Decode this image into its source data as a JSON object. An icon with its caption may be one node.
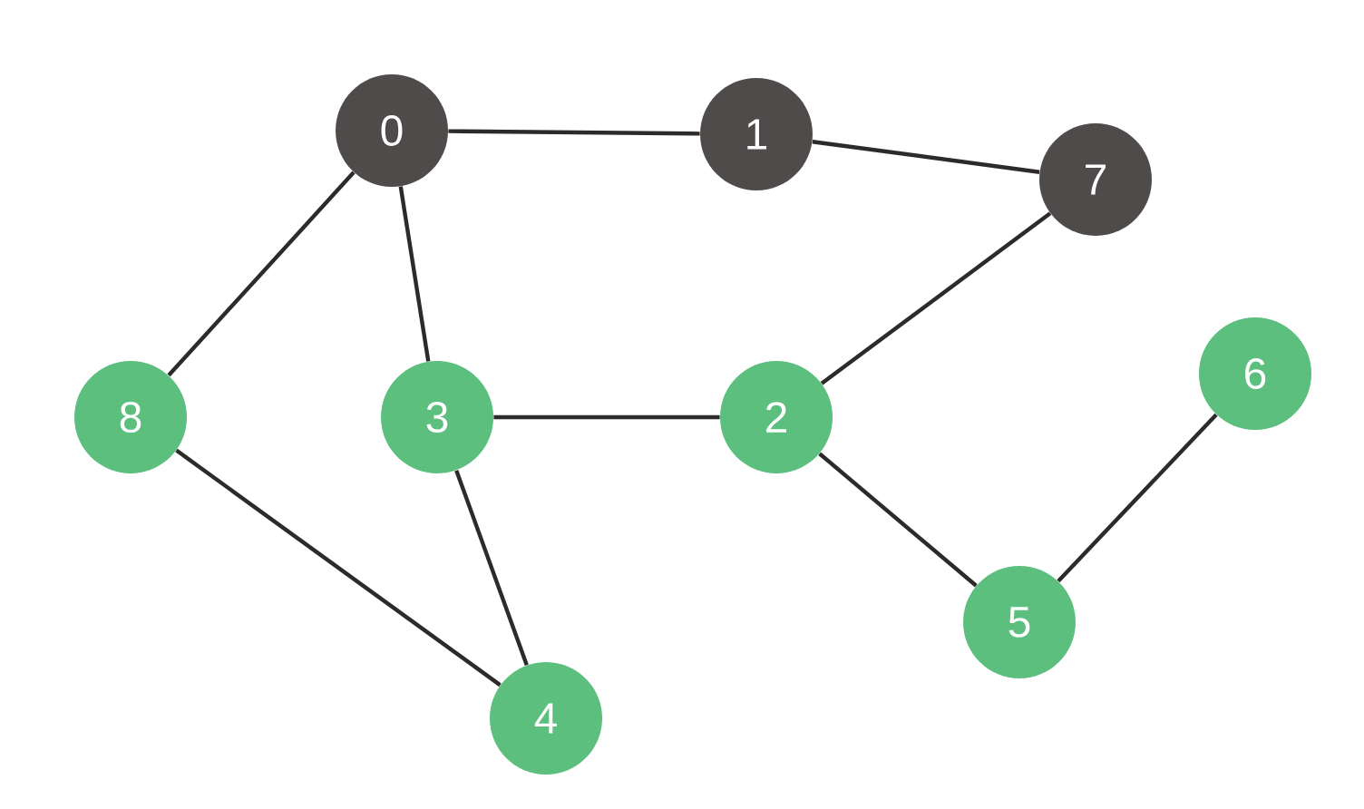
{
  "diagram": {
    "nodes": [
      {
        "text": [
          "0"
        ]
      },
      {
        "text": [
          "1"
        ]
      },
      {
        "text": [
          "7"
        ]
      },
      {
        "text": [
          "6"
        ]
      },
      {
        "text": [
          "8"
        ]
      },
      {
        "text": [
          "3"
        ]
      },
      {
        "text": [
          "2"
        ]
      },
      {
        "text": [
          "5"
        ]
      },
      {
        "text": [
          "4"
        ]
      }
    ],
    "edges": [
      {
        "from": 0,
        "to": 1,
        "arrow": "none"
      },
      {
        "from": 1,
        "to": 2,
        "arrow": "none"
      },
      {
        "from": 0,
        "to": 4,
        "arrow": "none"
      },
      {
        "from": 0,
        "to": 5,
        "arrow": "none"
      },
      {
        "from": 2,
        "to": 6,
        "arrow": "none"
      },
      {
        "from": 5,
        "to": 6,
        "arrow": "none"
      },
      {
        "from": 4,
        "to": 8,
        "arrow": "none"
      },
      {
        "from": 5,
        "to": 8,
        "arrow": "none"
      },
      {
        "from": 6,
        "to": 7,
        "arrow": "none"
      },
      {
        "from": 7,
        "to": 3,
        "arrow": "none"
      }
    ]
  }
}
